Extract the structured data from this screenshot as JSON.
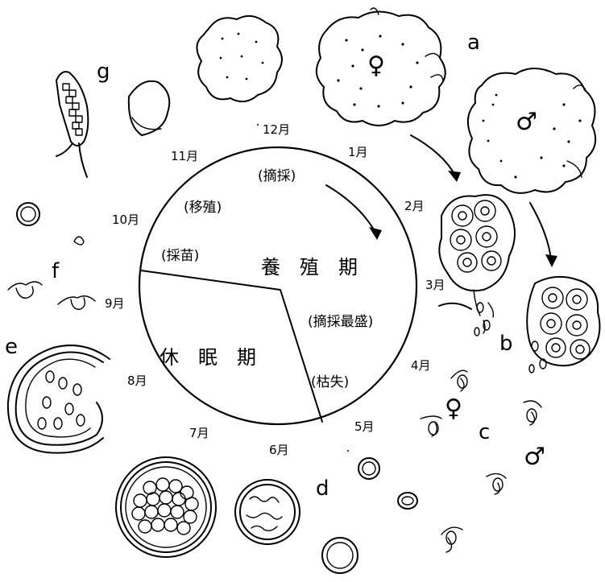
{
  "months": [
    "12月",
    "1月",
    "2月",
    "3月",
    "4月",
    "5月",
    "6月",
    "7月",
    "8月",
    "9月",
    "10月",
    "11月"
  ],
  "phases": {
    "growth": "養　殖　期",
    "dormant": "休　眠　期"
  },
  "notes": {
    "harvest": "(摘採)",
    "transplant": "(移殖)",
    "seedling": "(採苗)",
    "peak_harvest": "(摘採最盛)",
    "wither": "(枯失)"
  },
  "stages": [
    "a",
    "b",
    "c",
    "d",
    "e",
    "f",
    "g"
  ],
  "sex_symbols": {
    "female": "♀",
    "male": "♂"
  }
}
